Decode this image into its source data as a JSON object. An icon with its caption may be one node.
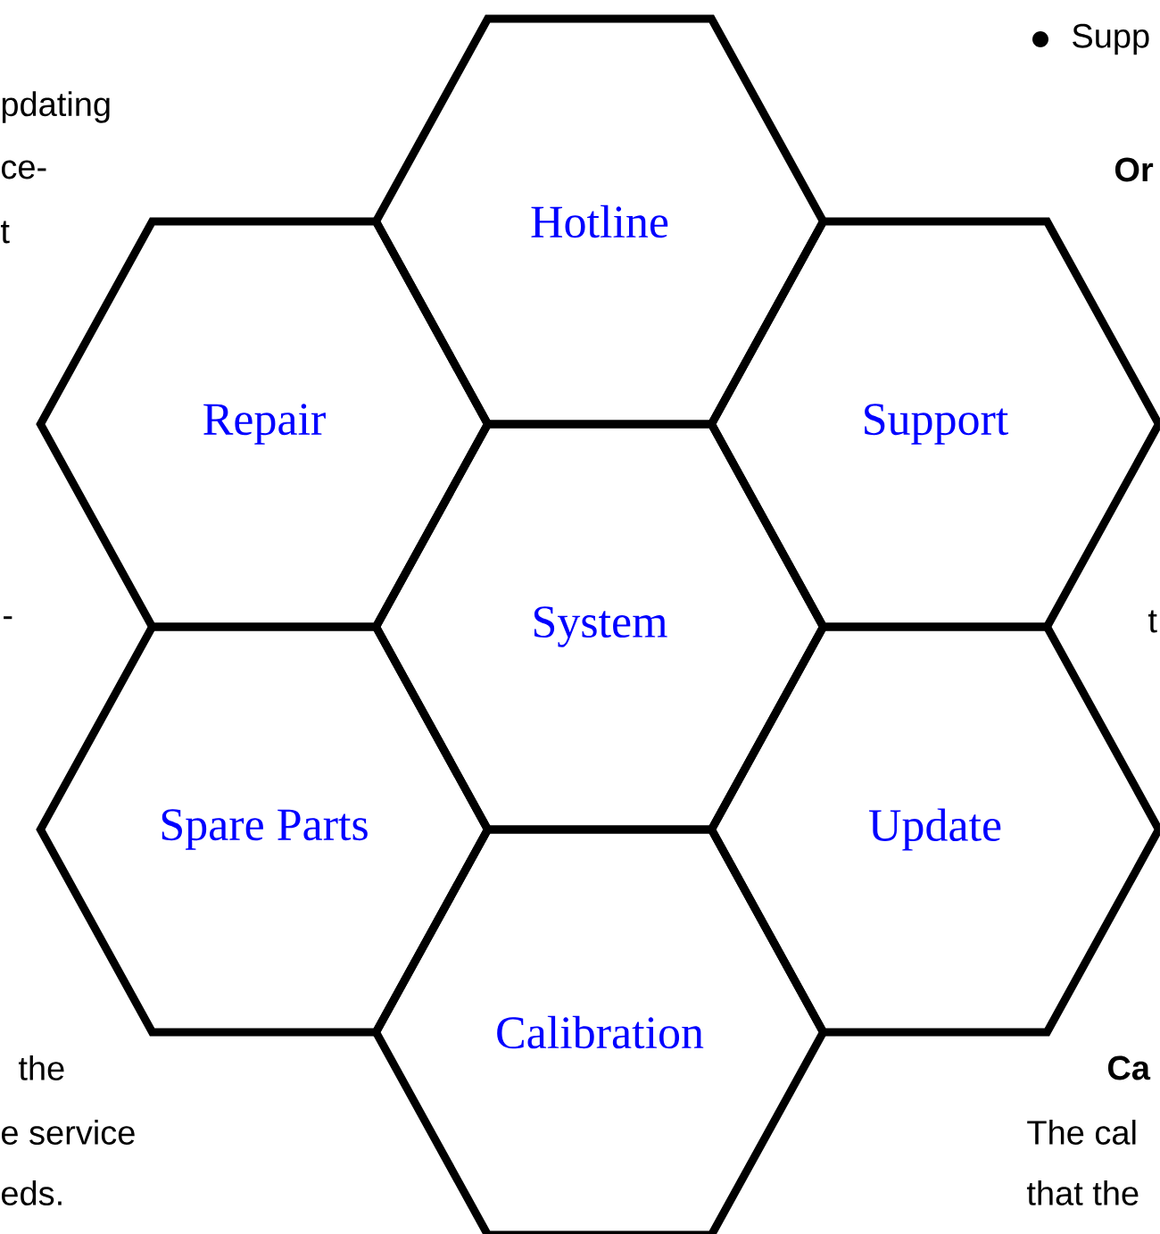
{
  "diagram": {
    "nodes": [
      {
        "text": [
          "Hotline"
        ]
      },
      {
        "text": [
          "Repair"
        ]
      },
      {
        "text": [
          "Support"
        ]
      },
      {
        "text": [
          "System"
        ]
      },
      {
        "text": [
          "Spare Parts"
        ]
      },
      {
        "text": [
          "Update"
        ]
      },
      {
        "text": [
          "Calibration"
        ]
      }
    ],
    "labels": [
      "Supp",
      "pdating",
      "ce-",
      "Or",
      "t",
      "-",
      "t",
      "the",
      "Ca",
      "e service",
      "The cal",
      "eds.",
      "that the"
    ]
  }
}
